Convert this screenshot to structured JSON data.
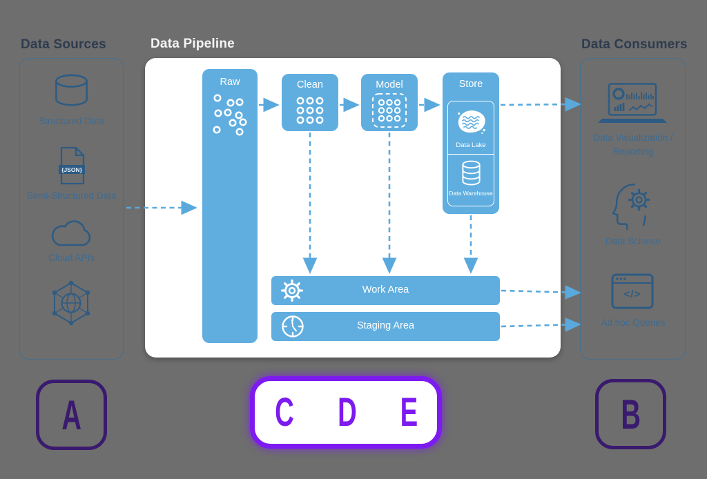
{
  "sources": {
    "title": "Data Sources",
    "items": [
      {
        "icon": "database-cylinder-icon",
        "label": "Structured Data"
      },
      {
        "icon": "json-file-icon",
        "label": "Semi-Structured Data",
        "badge": "{JSON}"
      },
      {
        "icon": "cloud-icon",
        "label": "Cloud APIs"
      },
      {
        "icon": "network-hexagon-icon",
        "label": ""
      }
    ]
  },
  "pipeline": {
    "title": "Data Pipeline",
    "stages": {
      "raw": "Raw",
      "clean": "Clean",
      "model": "Model",
      "store": "Store"
    },
    "store_items": {
      "lake": "Data Lake",
      "warehouse": "Data Warehouse"
    },
    "areas": {
      "work": "Work Area",
      "staging": "Staging Area"
    }
  },
  "consumers": {
    "title": "Data Consumers",
    "items": [
      {
        "icon": "dashboard-laptop-icon",
        "label": "Data Visualization / Reporting"
      },
      {
        "icon": "head-gear-icon",
        "label": "Data Science"
      },
      {
        "icon": "code-browser-icon",
        "label": "Ad hoc Queries",
        "badge": "</>"
      }
    ]
  },
  "options": {
    "a": "A",
    "b": "B",
    "cde": [
      "C",
      "D",
      "E"
    ]
  },
  "colors": {
    "background": "#6e6e6e",
    "block_blue": "#60aedf",
    "arrow_blue": "#5aa9dd",
    "icon_blue": "#2d5b83",
    "label_blue": "#3d6b92",
    "title_dark": "#2e3c4e",
    "purple_dark": "#3a1a6e",
    "purple_bright": "#7d1af0",
    "panel_white": "#ffffff"
  }
}
